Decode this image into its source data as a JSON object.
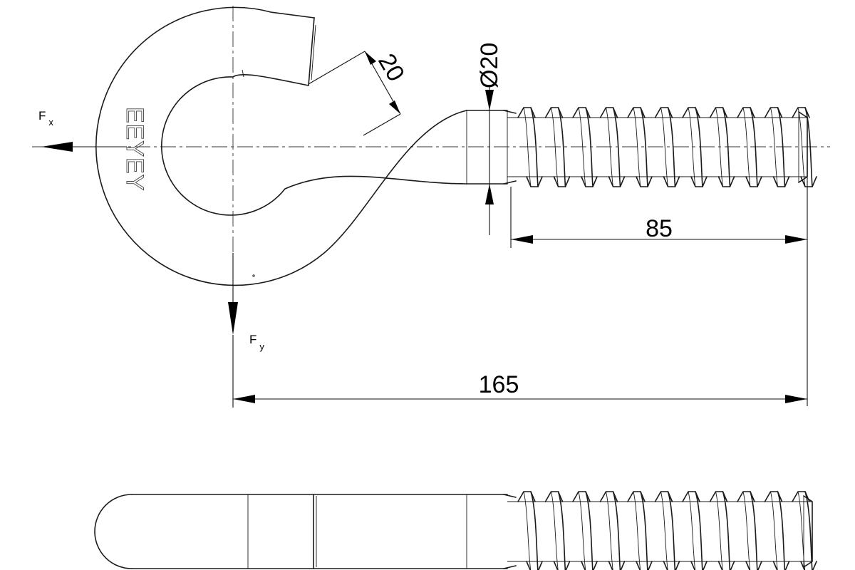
{
  "drawing": {
    "dimensions": {
      "total_length": "165",
      "thread_length": "85",
      "shank_diameter": "Ø20",
      "hook_section": "20"
    },
    "forces": {
      "fx": {
        "symbol": "F",
        "subscript": "x"
      },
      "fy": {
        "symbol": "F",
        "subscript": "y"
      }
    },
    "embossed_text": "EEYEY",
    "colors": {
      "line": "#1a1a1a",
      "background": "#ffffff"
    }
  }
}
